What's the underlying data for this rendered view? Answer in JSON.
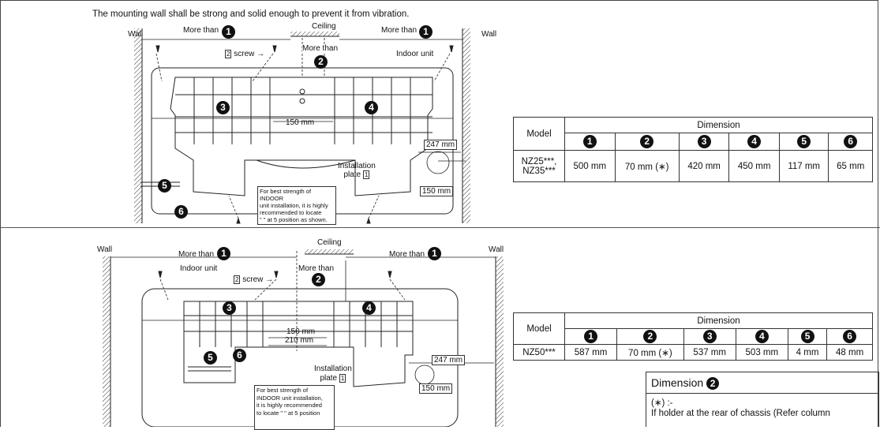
{
  "intro": "The mounting wall shall be strong and solid enough to prevent it from vibration.",
  "labels": {
    "wall": "Wall",
    "ceiling": "Ceiling",
    "more_than": "More than",
    "more_than_center": "More than",
    "screw": "screw",
    "screw_num": "2",
    "indoor_unit": "Indoor unit",
    "installation": "Installation",
    "plate": "plate",
    "plate_num": "1",
    "dim_150": "150 mm",
    "dim_210": "210 mm",
    "dim_247": "247 mm",
    "dim_150b": "150 mm",
    "best_strength_top": [
      "For best strength of INDOOR",
      "unit installation, it is highly",
      "recommended to locate",
      "\" \" at 5 position as shown."
    ],
    "best_strength_bottom": [
      "For best strength of",
      "INDOOR unit installation,",
      "it is highly recommended",
      "to locate \" \" at 5 position"
    ]
  },
  "markers": [
    "1",
    "2",
    "3",
    "4",
    "5",
    "6"
  ],
  "table1": {
    "model_header": "Model",
    "dimension_header": "Dimension",
    "model": "NZ25***, NZ35***",
    "values": [
      "500 mm",
      "70 mm (∗)",
      "420 mm",
      "450 mm",
      "117 mm",
      "65 mm"
    ]
  },
  "table2": {
    "model_header": "Model",
    "dimension_header": "Dimension",
    "model": "NZ50***",
    "values": [
      "587 mm",
      "70 mm (∗)",
      "537 mm",
      "503 mm",
      "4 mm",
      "48 mm"
    ]
  },
  "note": {
    "title": "Dimension",
    "marker": "2",
    "line1": "(∗) :-",
    "line2": "If holder at the rear of chassis (Refer column"
  }
}
